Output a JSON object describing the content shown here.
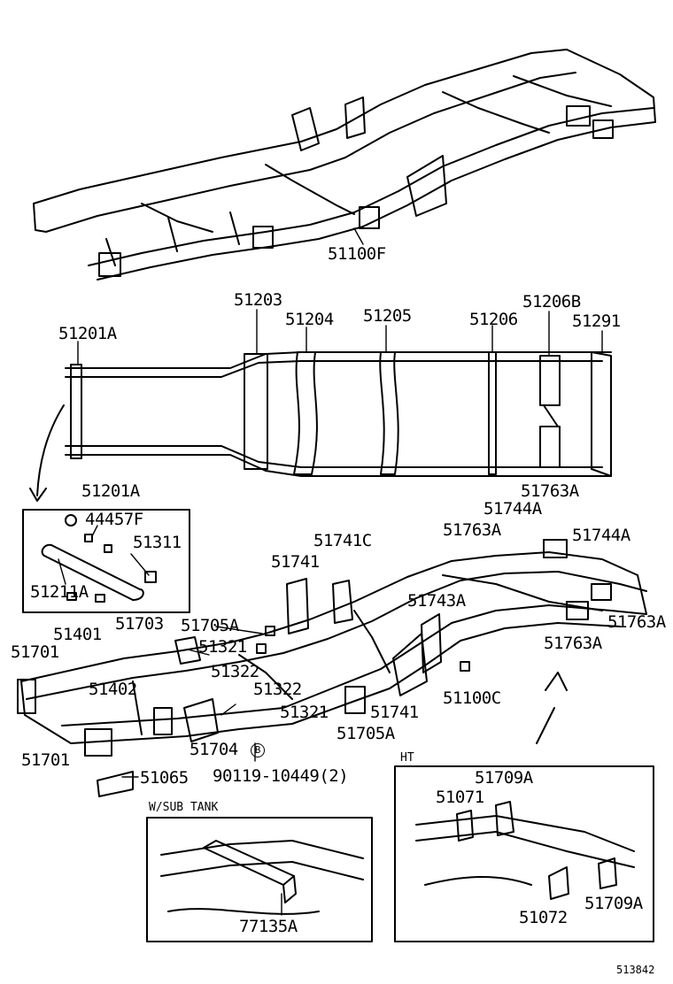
{
  "labels": {
    "frame_assy": "51100F",
    "p51201A_top": "51201A",
    "p51203": "51203",
    "p51204": "51204",
    "p51205": "51205",
    "p51206": "51206",
    "p51206B": "51206B",
    "p51291": "51291",
    "p51201A_box": "51201A",
    "p44457F": "44457F",
    "p51311": "51311",
    "p51211A": "51211A",
    "p51763A_1": "51763A",
    "p51744A_1": "51744A",
    "p51763A_2": "51763A",
    "p51744A_2": "51744A",
    "p51741C": "51741C",
    "p51741_1": "51741",
    "p51743A": "51743A",
    "p51763A_3": "51763A",
    "p51763A_4": "51763A",
    "p51703": "51703",
    "p51705A_1": "51705A",
    "p51401": "51401",
    "p51321_1": "51321",
    "p51701_1": "51701",
    "p51322_1": "51322",
    "p51402": "51402",
    "p51322_2": "51322",
    "p51100C": "51100C",
    "p51321_2": "51321",
    "p51741_2": "51741",
    "p51704": "51704",
    "p51705A_2": "51705A",
    "p51701_2": "51701",
    "bolt_marker": "B",
    "bolt": "90119-10449(2)",
    "p51065": "51065",
    "ht_title": "HT",
    "p51709A_1": "51709A",
    "p51071": "51071",
    "p51072": "51072",
    "p51709A_2": "51709A",
    "sub_tank_title": "W/SUB TANK",
    "p77135A": "77135A",
    "diagram_code": "513842"
  }
}
